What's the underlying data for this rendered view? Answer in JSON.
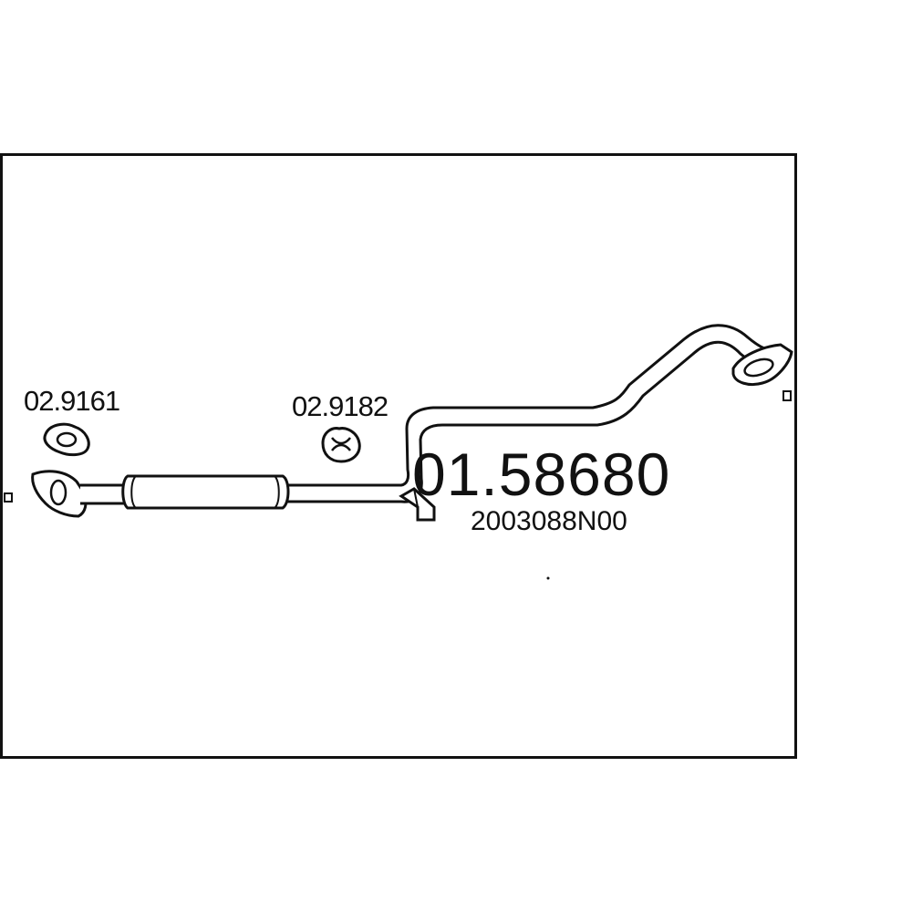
{
  "diagram": {
    "part_number": "01.58680",
    "oe_number": "2003088N00",
    "accessories": [
      {
        "part_number": "02.9161",
        "icon": "gasket-icon"
      },
      {
        "part_number": "02.9182",
        "icon": "rubber-mount-icon"
      }
    ],
    "line_color": "#111111",
    "background_color": "#ffffff"
  }
}
